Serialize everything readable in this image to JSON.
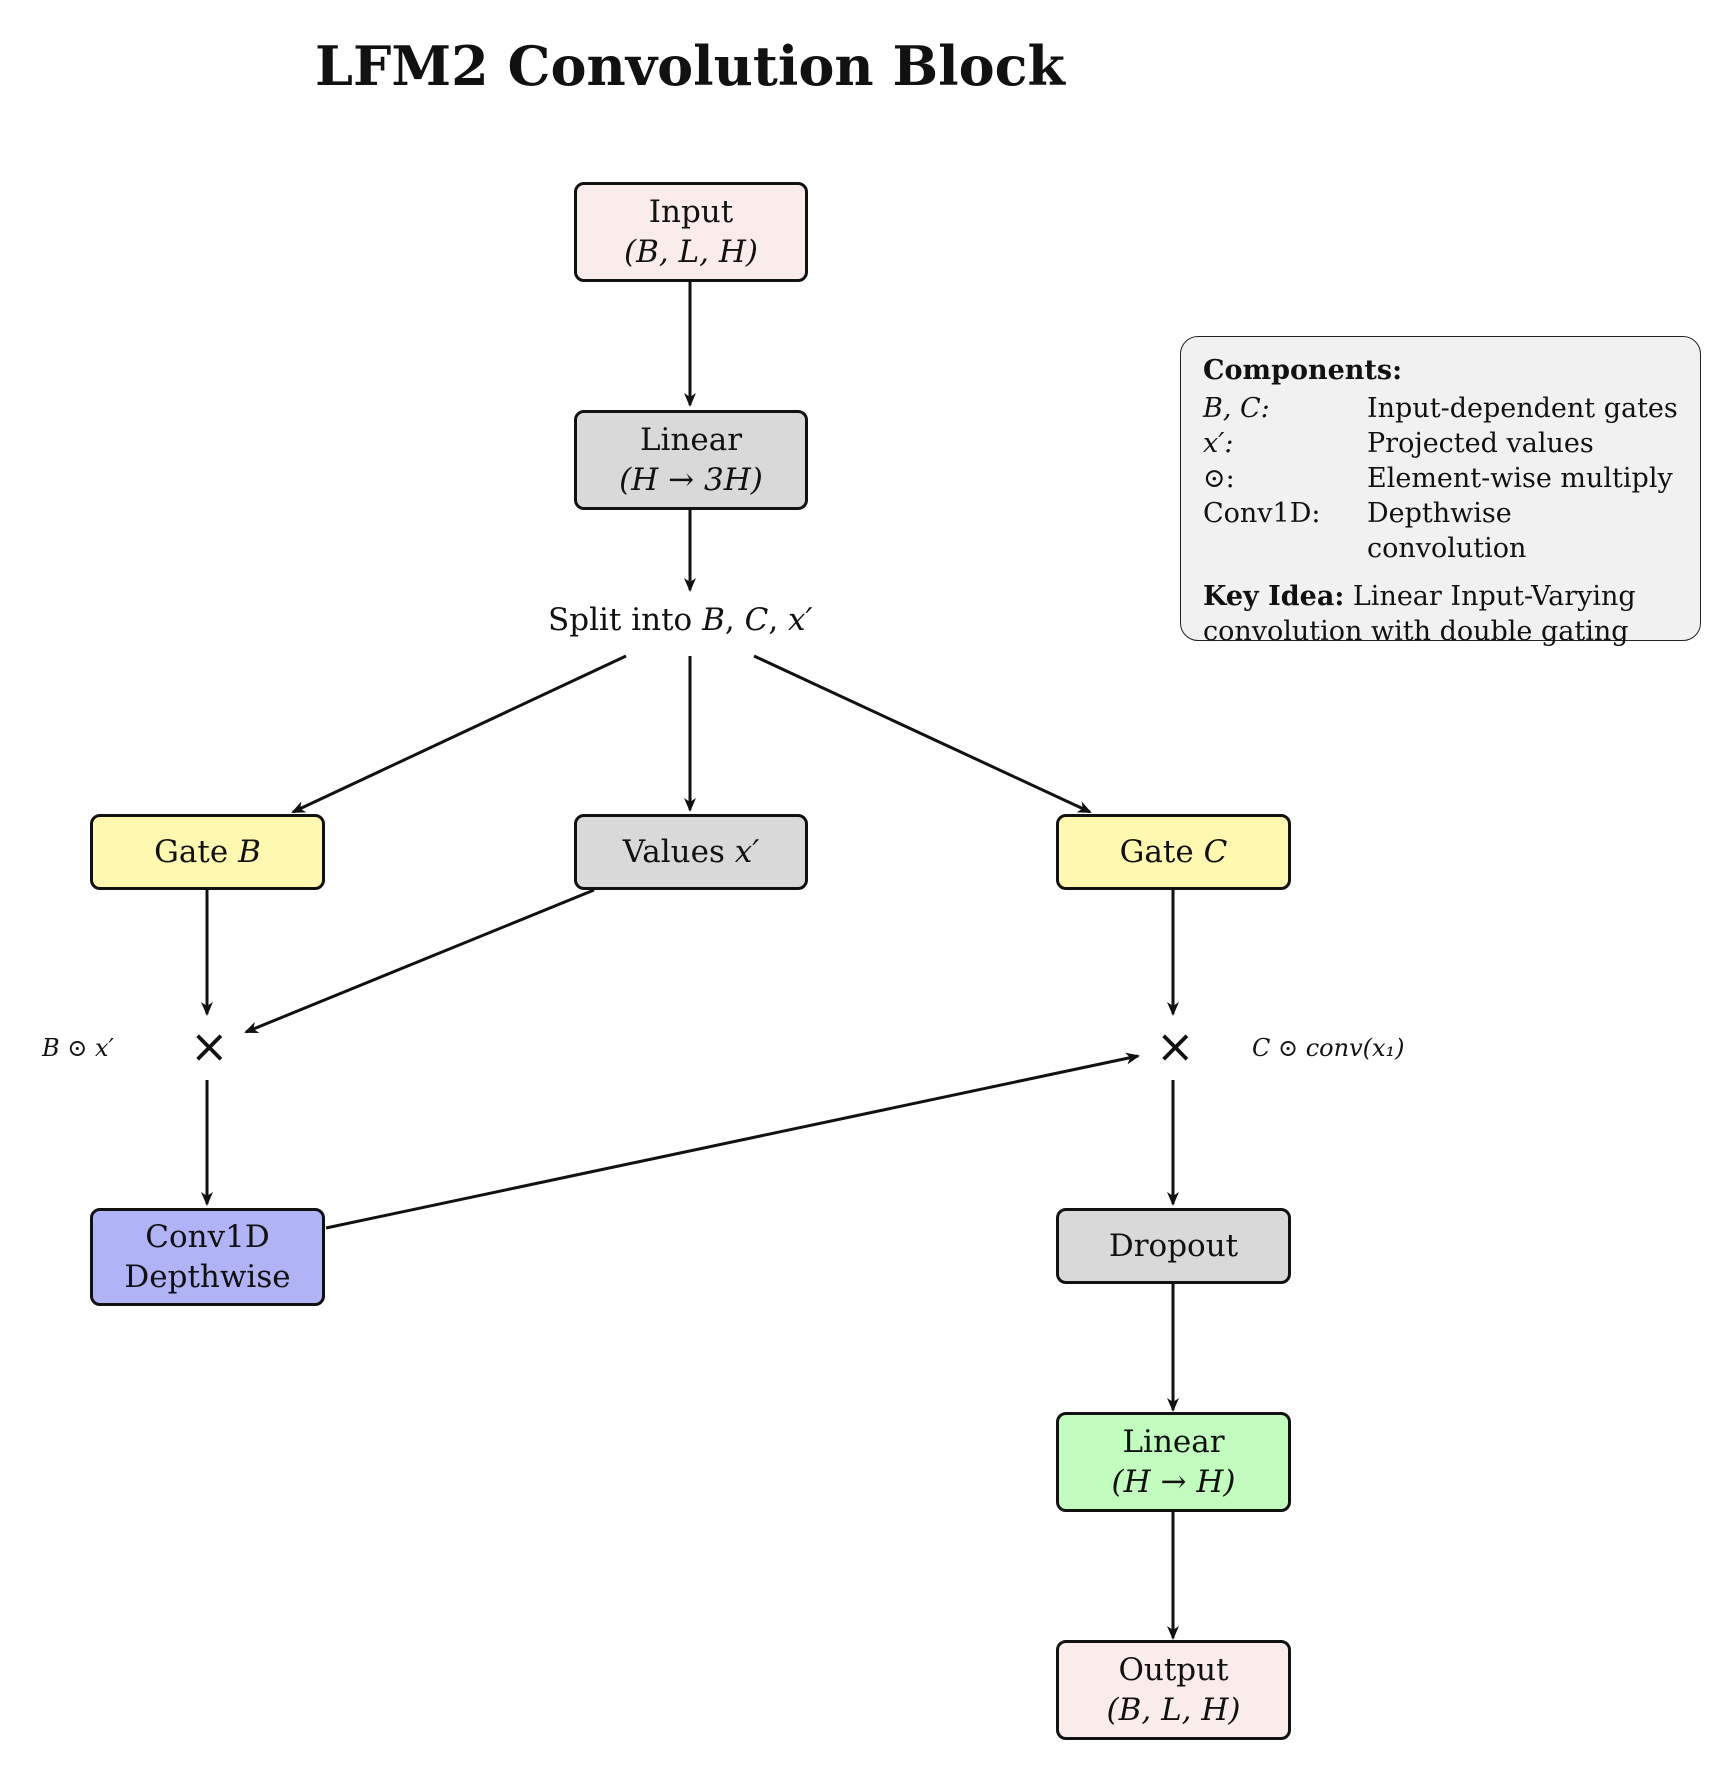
{
  "title": "LFM2 Convolution Block",
  "nodes": {
    "input": {
      "line1": "Input",
      "line2": "(B, L, H)"
    },
    "linear_in": {
      "line1": "Linear",
      "line2": "(H → 3H)"
    },
    "split": {
      "prefix": "Split into ",
      "b": "B",
      "c": "C",
      "x": "x′",
      "sep": ", "
    },
    "gate_b": {
      "label": "Gate ",
      "var": "B"
    },
    "values": {
      "label": "Values ",
      "var": "x′"
    },
    "gate_c": {
      "label": "Gate ",
      "var": "C"
    },
    "mult_left": {
      "symbol": "×",
      "annotation": "B ⊙ x′"
    },
    "mult_right": {
      "symbol": "×",
      "annotation": "C ⊙ conv(x₁)"
    },
    "conv1d": {
      "line1": "Conv1D",
      "line2": "Depthwise"
    },
    "dropout": {
      "label": "Dropout"
    },
    "linear_out": {
      "line1": "Linear",
      "line2": "(H → H)"
    },
    "output": {
      "line1": "Output",
      "line2": "(B, L, H)"
    }
  },
  "legend": {
    "heading": "Components:",
    "rows": [
      {
        "key": "B, C:",
        "desc": "Input-dependent gates"
      },
      {
        "key": "x′:",
        "desc": "Projected values"
      },
      {
        "key": "⊙:",
        "desc": "Element-wise multiply"
      },
      {
        "key": "Conv1D:",
        "desc": "Depthwise convolution"
      }
    ],
    "key_idea_label": "Key Idea:",
    "key_idea_text": " Linear Input-Varying convolution with double gating"
  },
  "colors": {
    "io": "#fbecec",
    "gray": "#d9d9d9",
    "gate": "#fff8b0",
    "conv": "#b1b3f7",
    "linear_out": "#c2fcbe",
    "legend_bg": "#f1f1f1"
  }
}
